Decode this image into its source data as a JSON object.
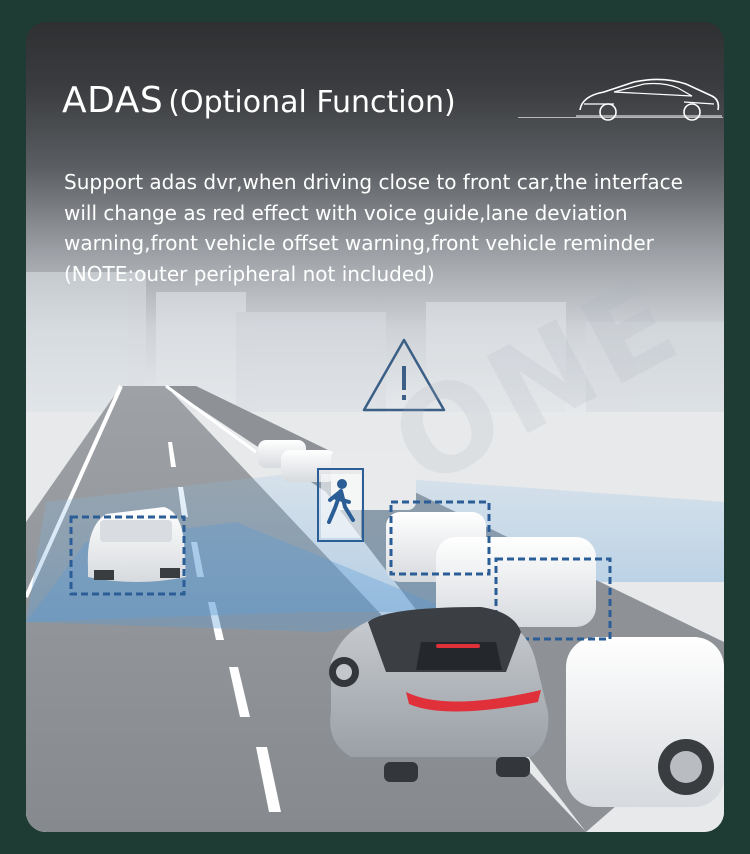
{
  "header": {
    "title": "ADAS",
    "subtitle": "(Optional Function)",
    "logo_icon": "sports-car-outline-icon"
  },
  "description": {
    "line1": "Support adas dvr,when driving close to front car,the interface",
    "line2": "will change as red effect with voice guide,lane deviation",
    "line3": "warning,front vehicle offset warning,front vehicle reminder",
    "line4": "(NOTE:outer peripheral not included)"
  },
  "scene": {
    "icons": [
      "warning-triangle-icon",
      "pedestrian-icon"
    ],
    "watermark": "ONE"
  },
  "colors": {
    "page_bg": "#1e3b34",
    "detection_box": "#2b5d96",
    "highlight_zone": "#6fa6d8",
    "tail_light": "#e0303a"
  }
}
